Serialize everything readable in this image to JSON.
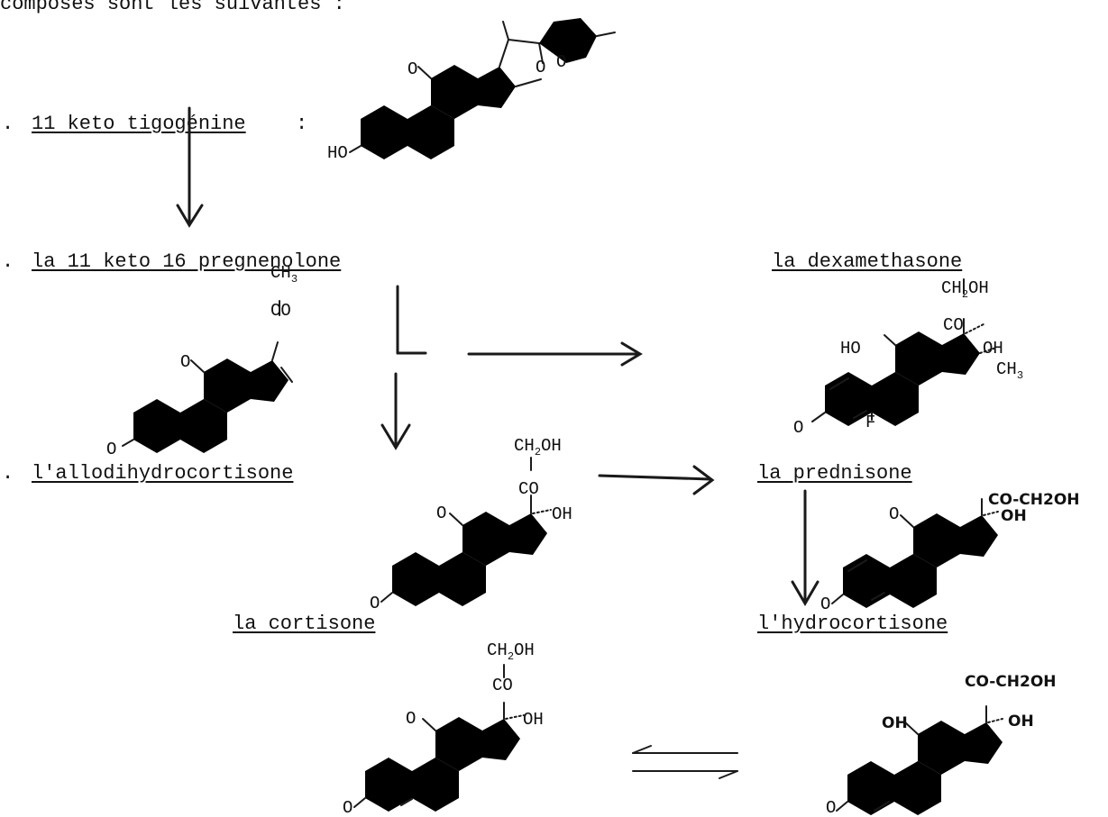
{
  "header_fragment": "composés sont les suivantes :",
  "bullet": ".",
  "compounds": {
    "tigogenine": {
      "name": "11 keto tigogénine",
      "suffix": ":",
      "groups": {
        "keto": "O",
        "hydroxyl": "HO",
        "spiro_o1": "O",
        "spiro_o2": "O"
      }
    },
    "pregnenolone": {
      "name": "la 11 keto 16 pregnenolone",
      "groups": {
        "methyl": "CH",
        "methyl_sub": "3",
        "carbonyl": "CO",
        "keto": "O",
        "ring_o": "O"
      }
    },
    "dexamethasone": {
      "name": "la dexamethasone",
      "groups": {
        "ch2oh_a": "CH",
        "ch2oh_sub": "2",
        "ch2oh_b": "OH",
        "carbonyl": "CO",
        "hydroxyl_11": "HO",
        "hydroxyl_17": "OH",
        "methyl": "CH",
        "methyl_sub": "3",
        "fluoro": "F",
        "keto": "O"
      }
    },
    "allodihydrocortisone": {
      "name": "l'allodihydrocortisone",
      "groups": {
        "ch2oh_a": "CH",
        "ch2oh_sub": "2",
        "ch2oh_b": "OH",
        "carbonyl": "CO",
        "hydroxyl_17": "OH",
        "keto_11": "O",
        "keto_3": "O"
      }
    },
    "prednisone": {
      "name": "la prednisone",
      "groups": {
        "side_chain": "CO-CH2OH",
        "hydroxyl_17": "OH",
        "keto_11": "O",
        "keto_3": "O"
      }
    },
    "cortisone": {
      "name": "la cortisone",
      "groups": {
        "ch2oh_a": "CH",
        "ch2oh_sub": "2",
        "ch2oh_b": "OH",
        "carbonyl": "CO",
        "hydroxyl_17": "OH",
        "keto_11": "O",
        "keto_3": "O"
      }
    },
    "hydrocortisone": {
      "name": "l'hydrocortisone",
      "groups": {
        "side_chain": "CO-CH2OH",
        "hydroxyl_11": "OH",
        "hydroxyl_17": "OH",
        "keto_3": "O"
      }
    }
  }
}
